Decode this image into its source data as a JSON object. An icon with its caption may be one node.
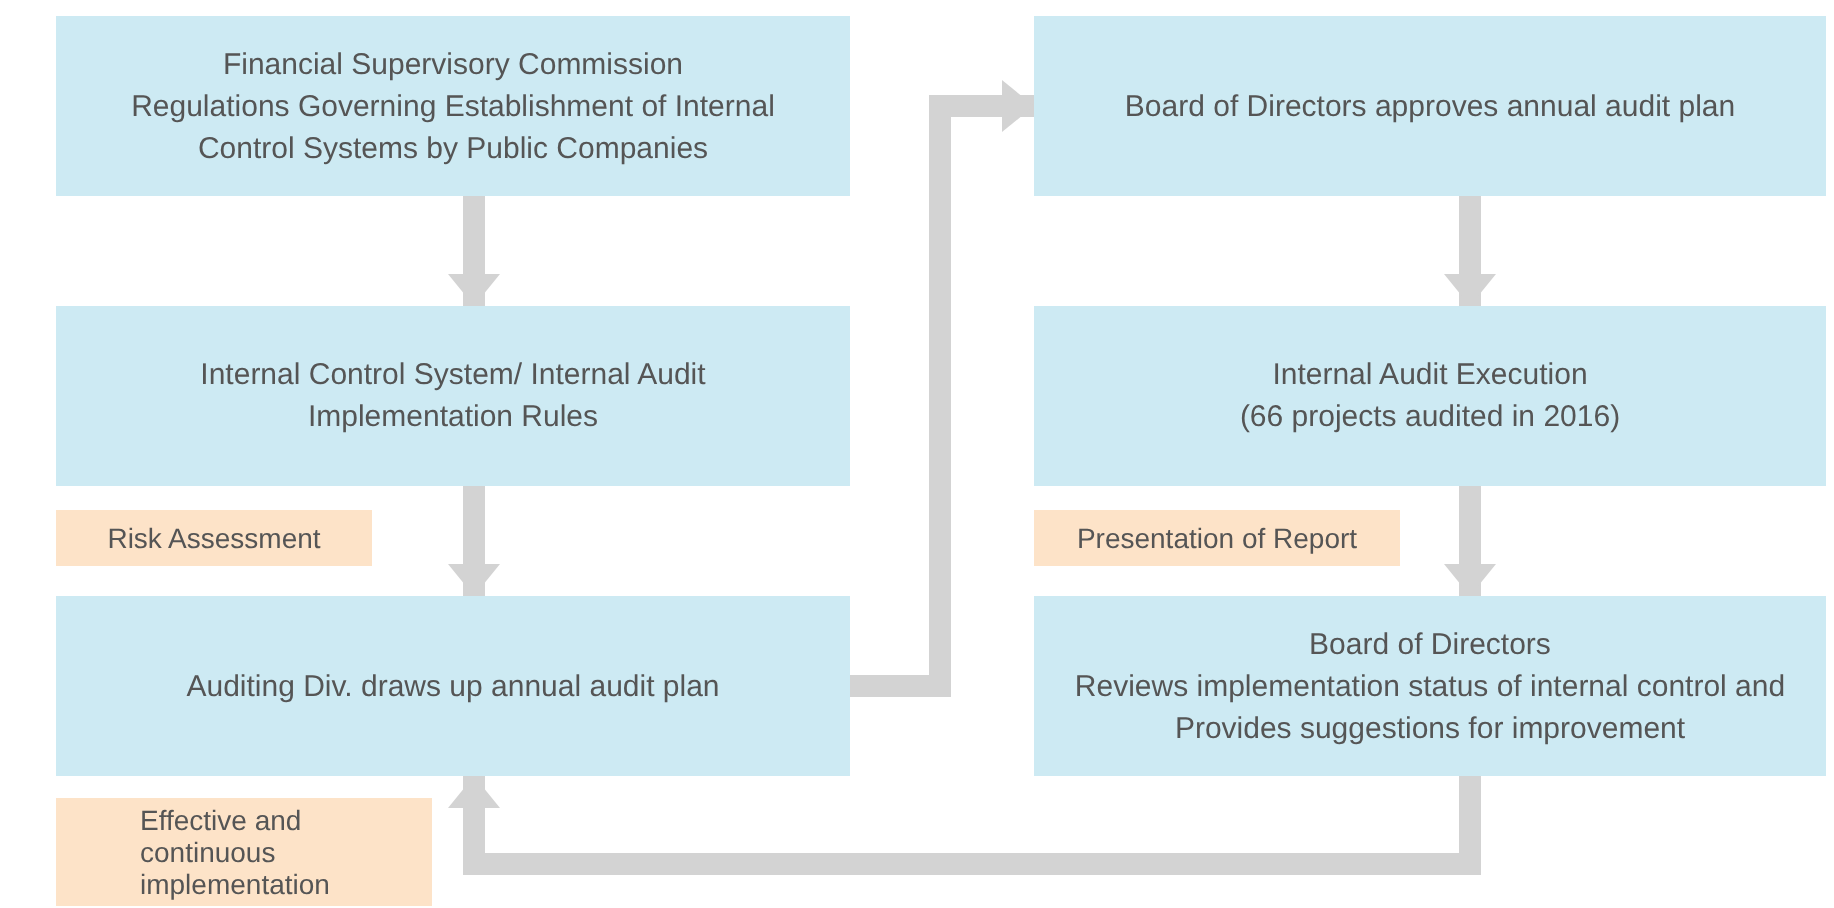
{
  "diagram": {
    "nodes": [
      {
        "text": [
          "Financial Supervisory Commission",
          "Regulations Governing Establishment of Internal Control Systems by Public Companies"
        ]
      },
      {
        "text": [
          "Board of Directors approves annual audit plan"
        ]
      },
      {
        "text": [
          "Internal Control System/ Internal Audit Implementation Rules"
        ]
      },
      {
        "text": [
          "Internal Audit Execution",
          "(66 projects audited in 2016)"
        ]
      },
      {
        "text": [
          "Risk Assessment"
        ]
      },
      {
        "text": [
          "Presentation of Report"
        ]
      },
      {
        "text": [
          "Auditing Div. draws up annual audit plan"
        ]
      },
      {
        "text": [
          "Board of Directors",
          "Reviews implementation status of internal control and Provides suggestions for improvement"
        ]
      },
      {
        "text": [
          "Effective and continuous implementation"
        ]
      }
    ],
    "edges": [
      {
        "from": 0,
        "to": 2,
        "arrow": "to"
      },
      {
        "from": 2,
        "to": 6,
        "arrow": "to"
      },
      {
        "from": 6,
        "to": 1,
        "arrow": "to"
      },
      {
        "from": 1,
        "to": 3,
        "arrow": "to"
      },
      {
        "from": 3,
        "to": 7,
        "arrow": "to"
      },
      {
        "from": 7,
        "to": 6,
        "arrow": "to"
      }
    ]
  }
}
